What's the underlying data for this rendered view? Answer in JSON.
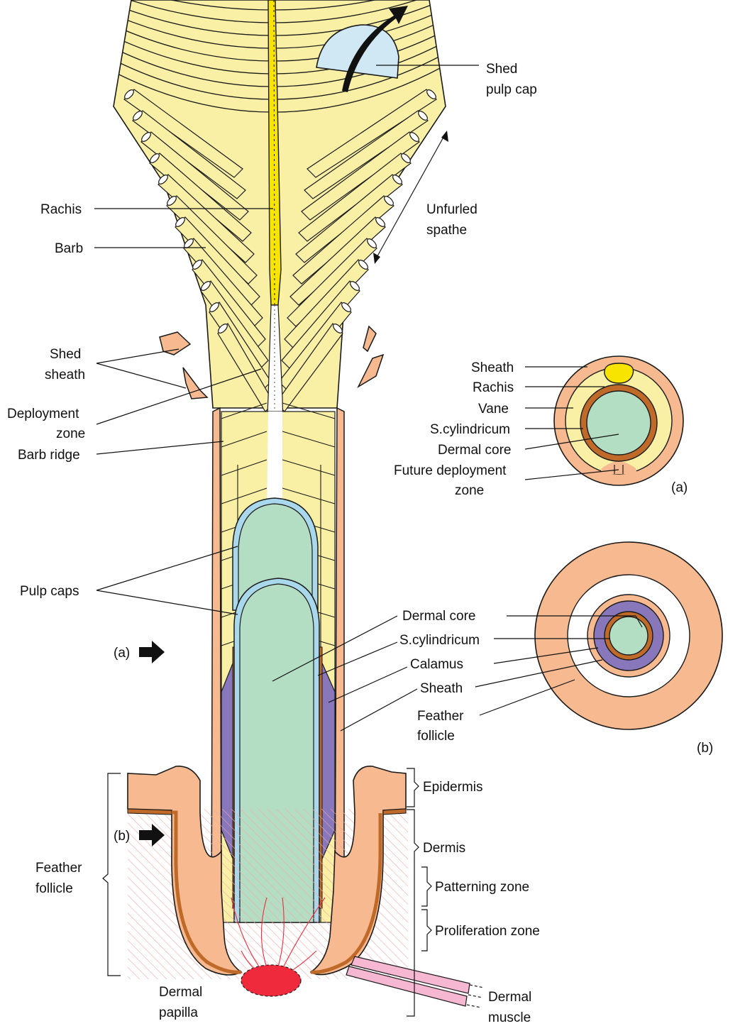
{
  "colors": {
    "vane": "#f9f0a6",
    "rachis": "#f7e400",
    "pulp": "#b4dec4",
    "pulp_cap": "#a9d8ec",
    "sheath": "#f6b990",
    "cylindricum": "#c06a2a",
    "calamus": "#8878bb",
    "papilla": "#ee2a3c",
    "muscle": "#f5b7d2",
    "hatch": "#f2a8a8",
    "dark": "#1a1a1a"
  },
  "icons": {
    "arrow": "right-arrow-icon",
    "curved_arrow": "curved-arrow-icon"
  },
  "labels": {
    "shed_pulp_cap": [
      "Shed",
      "pulp cap"
    ],
    "unfurled_spathe": [
      "Unfurled",
      "spathe"
    ],
    "rachis": "Rachis",
    "barb": "Barb",
    "shed_sheath": [
      "Shed",
      "sheath"
    ],
    "deployment_zone": [
      "Deployment",
      "zone"
    ],
    "barb_ridge": "Barb ridge",
    "pulp_caps": "Pulp caps",
    "marker_a": "(a)",
    "marker_b": "(b)",
    "feather_follicle_left": [
      "Feather",
      "follicle"
    ],
    "dermal_papilla": [
      "Dermal",
      "papilla"
    ],
    "dermal_core": "Dermal core",
    "s_cylindricum": "S.cylindricum",
    "calamus": "Calamus",
    "sheath": "Sheath",
    "epidermis": "Epidermis",
    "dermis": "Dermis",
    "patterning_zone": "Patterning zone",
    "proliferation_zone": "Proliferation zone",
    "dermal_muscle": [
      "Dermal",
      "muscle"
    ]
  },
  "inset_a": {
    "tag": "(a)",
    "labels": [
      "Sheath",
      "Rachis",
      "Vane",
      "S.cylindricum",
      "Dermal core",
      "Future deployment",
      "zone"
    ]
  },
  "inset_b": {
    "tag": "(b)",
    "labels": [
      "Dermal core",
      "S.cylindricum",
      "Calamus",
      "Sheath",
      "Feather",
      "follicle"
    ]
  }
}
